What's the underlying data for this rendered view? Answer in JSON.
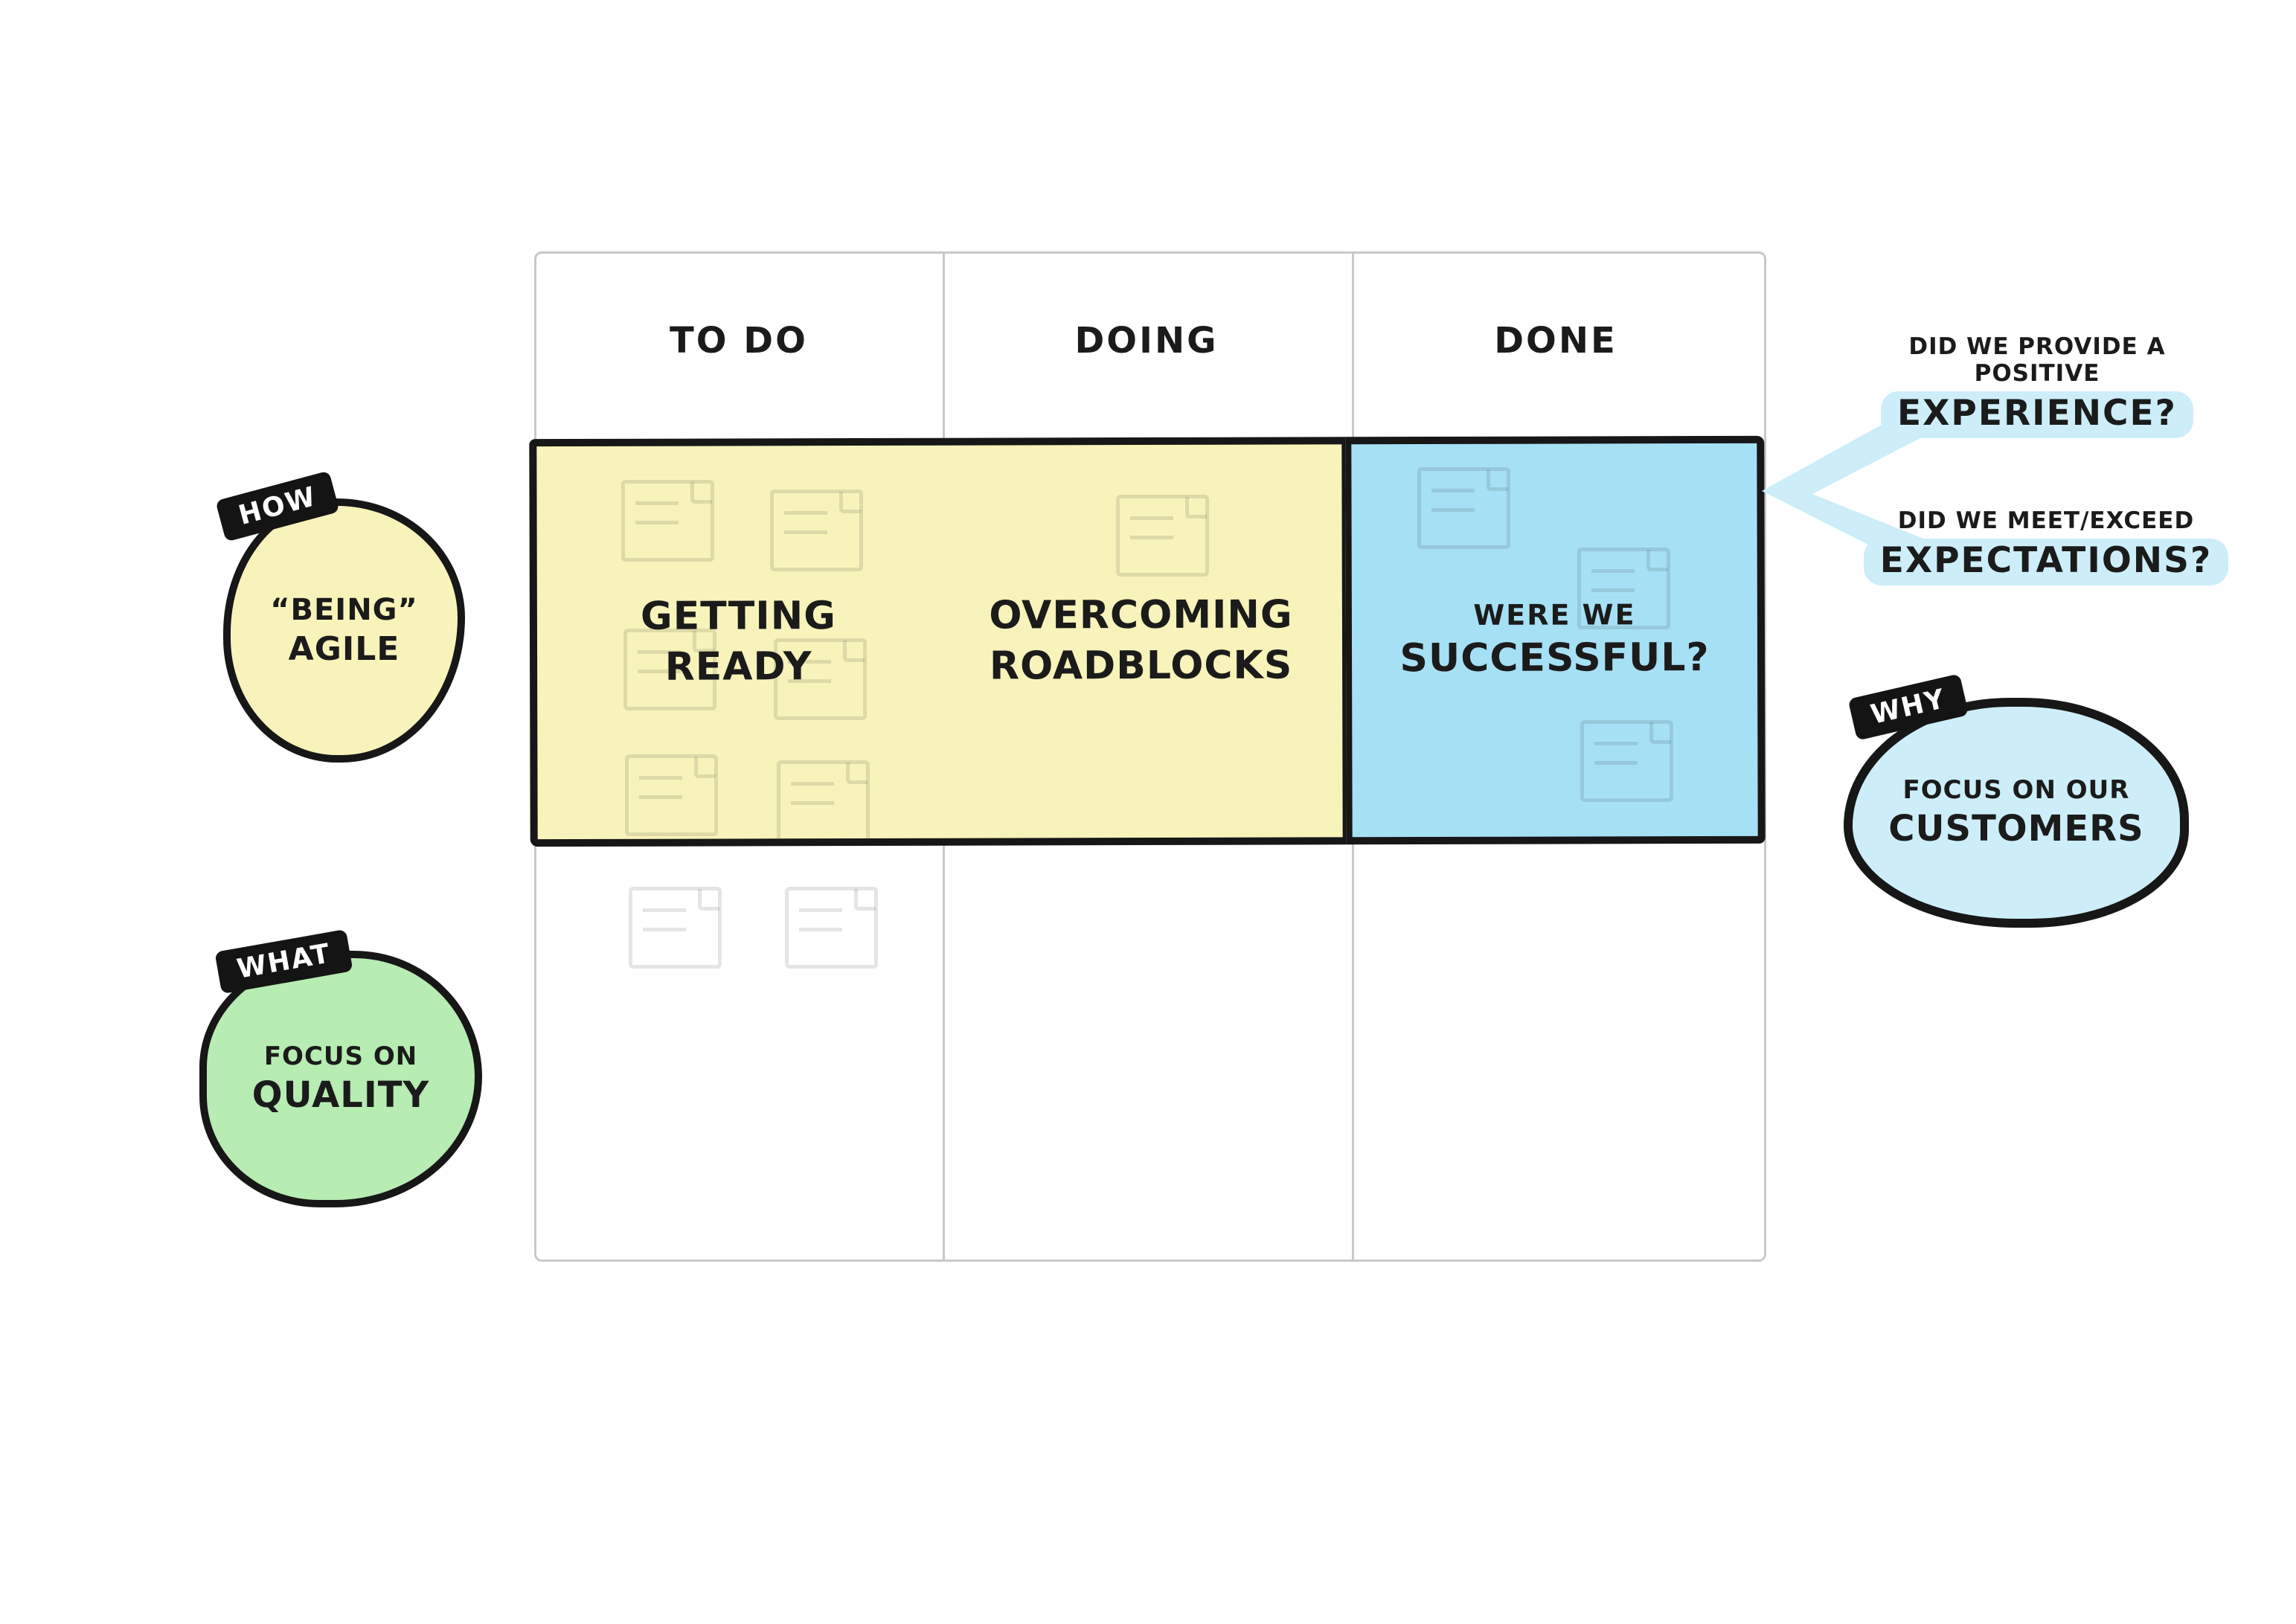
{
  "board": {
    "columns": [
      "TO DO",
      "DOING",
      "DONE"
    ]
  },
  "band": {
    "cards": [
      {
        "line1": "GETTING",
        "line2": "READY"
      },
      {
        "line1": "OVERCOMING",
        "line2": "ROADBLOCKS"
      }
    ],
    "done_card": {
      "line1": "WERE WE",
      "line2": "SUCCESSFUL?"
    },
    "colors": {
      "in_progress": "#f7f3ba",
      "done": "#a6e0f5",
      "outline": "#171717"
    }
  },
  "blobs": {
    "how": {
      "tag": "HOW",
      "line1": "“BEING”",
      "line2": "AGILE",
      "color": "#f7f3ba"
    },
    "what": {
      "tag": "WHAT",
      "line1": "FOCUS ON",
      "line2": "QUALITY",
      "color": "#b7ecb3"
    },
    "why": {
      "tag": "WHY",
      "line1": "FOCUS ON OUR",
      "line2": "CUSTOMERS",
      "color": "#cdeef9"
    }
  },
  "callouts": {
    "experience": {
      "line1": "DID WE PROVIDE A POSITIVE",
      "line2": "EXPERIENCE?"
    },
    "expectations": {
      "line1": "DID WE MEET/EXCEED",
      "line2": "EXPECTATIONS?"
    },
    "highlight_color": "#cdeef9"
  },
  "decorations": {
    "ghost_document_icon": "document-icon",
    "ghost_documents": {
      "todo_region": 6,
      "doing_region": 1,
      "done_region": 3,
      "below_band": 2
    }
  }
}
